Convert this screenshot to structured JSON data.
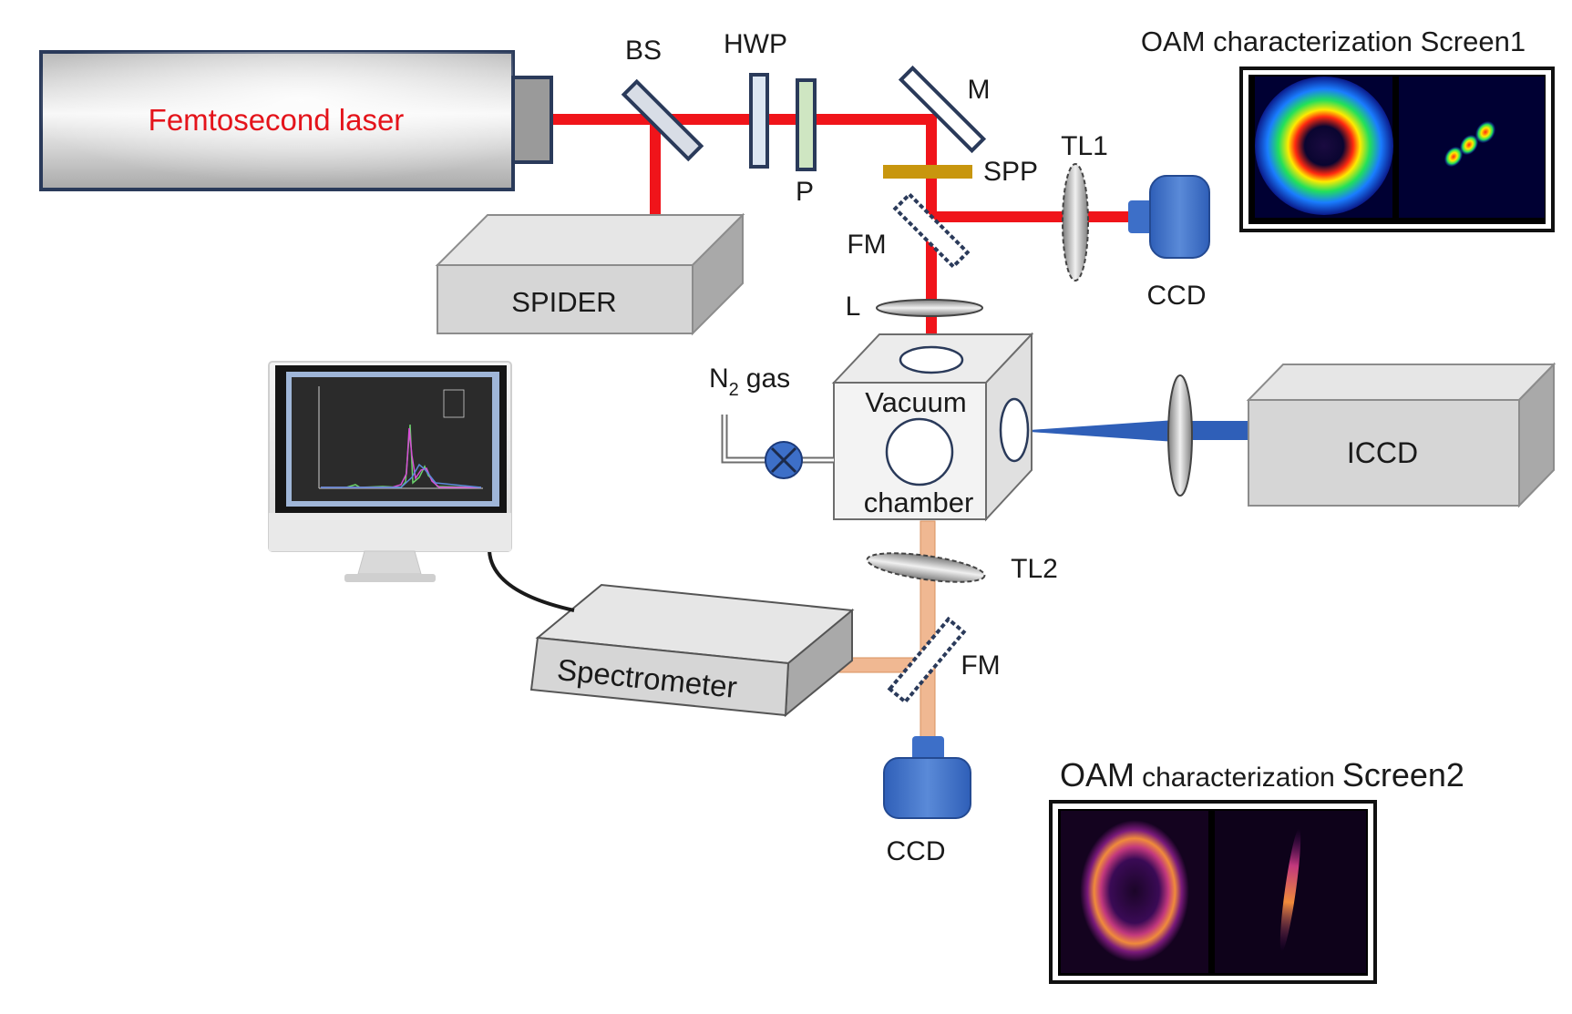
{
  "labels": {
    "laser": "Femtosecond laser",
    "bs": "BS",
    "hwp": "HWP",
    "p": "P",
    "m": "M",
    "spp": "SPP",
    "fm_top": "FM",
    "tl1": "TL1",
    "ccd_top": "CCD",
    "l": "L",
    "spider": "SPIDER",
    "n2_main": "N",
    "n2_sub": "2",
    "n2_gas": "gas",
    "vacuum": "Vacuum",
    "chamber": "chamber",
    "iccd": "ICCD",
    "tl2": "TL2",
    "fm_bottom": "FM",
    "spectrometer": "Spectrometer",
    "ccd_bottom": "CCD",
    "screen1_title": "OAM characterization Screen1",
    "screen2_oam": "OAM",
    "screen2_mid": "characterization",
    "screen2_end": "Screen2"
  },
  "colors": {
    "beam_red": "#f0141a",
    "beam_blue": "#2f5fb8",
    "beam_orange": "#f0b892",
    "laser_text": "#e4141b",
    "ccd_blue": "#3d6fc8",
    "box_gray": "#d6d6d6",
    "spp_gold": "#c8960e"
  }
}
